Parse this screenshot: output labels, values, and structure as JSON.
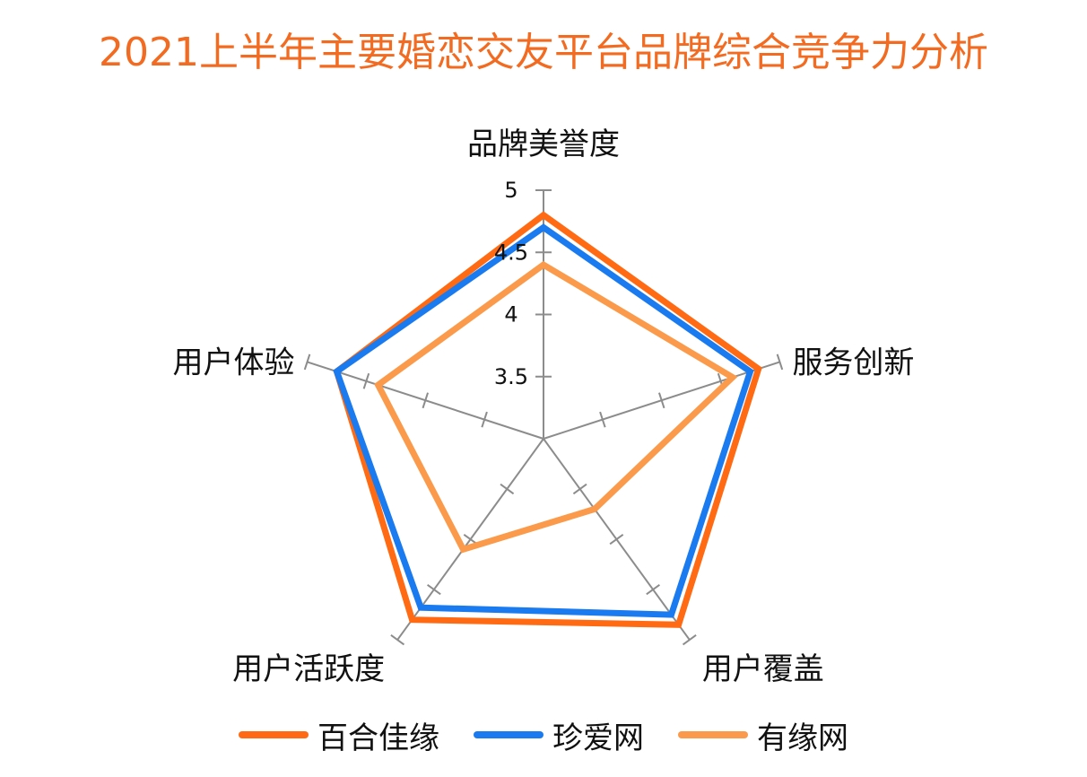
{
  "chart_data": {
    "type": "radar",
    "title": "2021上半年主要婚恋交友平台品牌综合竞争力分析",
    "axes": [
      "品牌美誉度",
      "服务创新",
      "用户覆盖",
      "用户活跃度",
      "用户体验"
    ],
    "range": [
      3,
      5
    ],
    "tick_labels": [
      "3.5",
      "4",
      "4.5",
      "5"
    ],
    "grid": false,
    "legend_position": "bottom",
    "series": [
      {
        "name": "百合佳缘",
        "color": "#ff6a13",
        "values": [
          4.8,
          4.82,
          4.85,
          4.8,
          4.75
        ]
      },
      {
        "name": "珍爱网",
        "color": "#1a7af0",
        "values": [
          4.7,
          4.75,
          4.75,
          4.68,
          4.75
        ]
      },
      {
        "name": "有缘网",
        "color": "#fb9a4a",
        "values": [
          4.4,
          4.6,
          3.7,
          4.1,
          4.4
        ]
      }
    ]
  }
}
